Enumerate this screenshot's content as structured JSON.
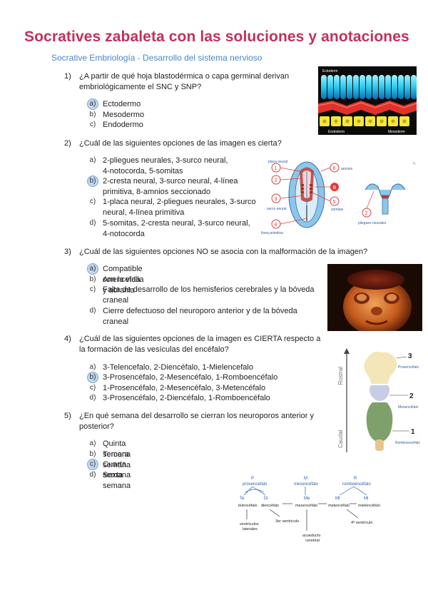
{
  "header": {
    "title": "Socrativеs zabaleta con las soluciones y anotaciones",
    "subtitle": "Socrative Embriología - Desarrollo del sistema nervioso"
  },
  "questions": [
    {
      "num": "1)",
      "lines": [
        "¿A partir de qué hoja blastodérmica o capa germinal derivan",
        "embriológicamente el SNC y SNP?"
      ],
      "options": [
        {
          "letter": "a)",
          "lines": [
            "Ectodermo"
          ],
          "selected": true
        },
        {
          "letter": "b)",
          "lines": [
            "Mesodermo"
          ],
          "selected": false
        },
        {
          "letter": "c)",
          "lines": [
            "Endodermo"
          ],
          "selected": false
        }
      ]
    },
    {
      "num": "2)",
      "lines": [
        "¿Cuál de las siguientes opciones de las imagen es cierta?"
      ],
      "options": [
        {
          "letter": "a)",
          "lines": [
            "2-pliegues neurales, 3-surco neural,",
            "4-notocorda, 5-somitas"
          ],
          "selected": false
        },
        {
          "letter": "b)",
          "lines": [
            "2-cresta neural, 3-surco neural, 4-línea",
            "primitiva, 8-amnios seccionado"
          ],
          "selected": true
        },
        {
          "letter": "c)",
          "lines": [
            "1-placa neural, 2-pliegues neurales, 3-surco",
            "neural, 4-línea primitiva"
          ],
          "selected": false
        },
        {
          "letter": "d)",
          "lines": [
            "5-somitas, 2-cresta neural, 3-surco neural,",
            "4-notocorda"
          ],
          "selected": false
        }
      ]
    },
    {
      "num": "3)",
      "lines": [
        "¿Cuál de las siguientes opciones NO se asocia con la malformación de la imagen?"
      ],
      "options": [
        {
          "letter": "a)",
          "lines": [
            "Compatible con la vida"
          ],
          "selected": true
        },
        {
          "letter": "b)",
          "lines": [
            "Anencefalia y acrania"
          ],
          "selected": false
        },
        {
          "letter": "c)",
          "lines": [
            "Falta de desarrollo de los hemisferios cerebrales y la bóveda",
            "craneal"
          ],
          "selected": false
        },
        {
          "letter": "d)",
          "lines": [
            "Cierre defectuoso del neuroporo anterior y de la bóveda",
            "craneal"
          ],
          "selected": false
        }
      ]
    },
    {
      "num": "4)",
      "lines": [
        "¿Cuál de las siguientes opciones de la imagen es CIERTA respecto a",
        "la formación de las vesículas del encéfalo?"
      ],
      "options": [
        {
          "letter": "a)",
          "lines": [
            "3-Telencefalo, 2-Diencéfalo, 1-Mielencefalo"
          ],
          "selected": false
        },
        {
          "letter": "b)",
          "lines": [
            "3-Prosencéfalo, 2-Mesencéfalo, 1-Romboencéfalo"
          ],
          "selected": true
        },
        {
          "letter": "c)",
          "lines": [
            "1-Prosencéfalo, 2-Mesencéfalo, 3-Metencéfalo"
          ],
          "selected": false
        },
        {
          "letter": "d)",
          "lines": [
            "3-Prosencéfalo, 2-Diencéfalo, 1-Romboencéfalo"
          ],
          "selected": false
        }
      ]
    },
    {
      "num": "5)",
      "lines": [
        "¿En qué semana del desarrollo se cierran los neuroporos anterior y",
        "posterior?"
      ],
      "options": [
        {
          "letter": "a)",
          "lines": [
            "Quinta semana"
          ],
          "selected": false
        },
        {
          "letter": "b)",
          "lines": [
            "Tercera semana"
          ],
          "selected": false
        },
        {
          "letter": "c)",
          "lines": [
            "Cuarta semana"
          ],
          "selected": true
        },
        {
          "letter": "d)",
          "lines": [
            "Sexta semana"
          ],
          "selected": false
        }
      ]
    }
  ],
  "figures": {
    "germ_layers": {
      "top": "Ectoderm",
      "bottom_left": "Endoderm",
      "bottom_right": "Mesoderm"
    },
    "embryo": {
      "labels": [
        "placa neural",
        "amnios",
        "surco neural",
        "somitas",
        "línea primitiva",
        "pliegues neurales"
      ],
      "numbers": [
        "1",
        "2",
        "3",
        "4",
        "5",
        "8",
        "B"
      ],
      "close": "×"
    },
    "vesicles": {
      "axis_top": "Rostral",
      "axis_bottom": "Caudal",
      "n3": "3",
      "l3": "Prosencéfalo",
      "n2": "2",
      "l2": "Mesencéfalo",
      "n1": "1",
      "l1": "Romboencéfalo"
    },
    "scheme": {
      "P": "P",
      "prosencefalo": "prosencefalo",
      "M": "M",
      "mesencefalo": "mesencéfalo",
      "R": "R",
      "romboencefalo": "romboencéfalo",
      "Te": "Te",
      "Di": "Di",
      "Me": "Me",
      "Mt": "Mt",
      "Mi": "Mi",
      "telencefalo": "telencéfalo",
      "diencefalo": "diencéfalo",
      "mesencefalo2": "mesencéfalo",
      "metencefalo": "metencéfalo",
      "mielencefalo": "mielencéfalo",
      "ventriculos": "ventrículos",
      "laterales": "laterales",
      "tercer": "3er ventrículo",
      "acueducto": "acueducto",
      "cerebral": "cerebral",
      "cuarto": "4º ventrículo"
    }
  }
}
